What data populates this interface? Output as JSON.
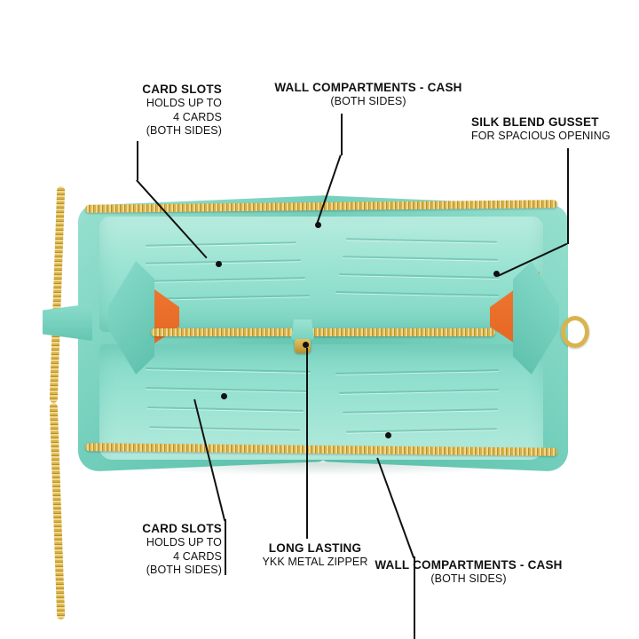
{
  "image": {
    "subject": "teal zip-around wallet interior",
    "background_color": "#ffffff",
    "wallet_colors": {
      "shell": "#7fd6c4",
      "lining": "#9ae3d2",
      "gusset": "#e2631f",
      "zipper": "#d8b24a"
    }
  },
  "annotations": [
    {
      "id": "card-slots-top",
      "title": "CARD SLOTS",
      "lines": [
        "HOLDS UP TO",
        "4 CARDS",
        "(BOTH SIDES)"
      ]
    },
    {
      "id": "wall-compartments-top",
      "title": "WALL COMPARTMENTS - CASH",
      "lines": [
        "(BOTH SIDES)"
      ]
    },
    {
      "id": "silk-blend-gusset",
      "title": "SILK BLEND GUSSET",
      "lines": [
        "FOR SPACIOUS OPENING"
      ]
    },
    {
      "id": "card-slots-bottom",
      "title": "CARD SLOTS",
      "lines": [
        "HOLDS UP TO",
        "4 CARDS",
        "(BOTH SIDES)"
      ]
    },
    {
      "id": "long-lasting-zipper",
      "title": "LONG LASTING",
      "lines": [
        "YKK METAL ZIPPER"
      ]
    },
    {
      "id": "wall-compartments-bottom",
      "title": "WALL COMPARTMENTS - CASH",
      "lines": [
        "(BOTH SIDES)"
      ]
    }
  ]
}
